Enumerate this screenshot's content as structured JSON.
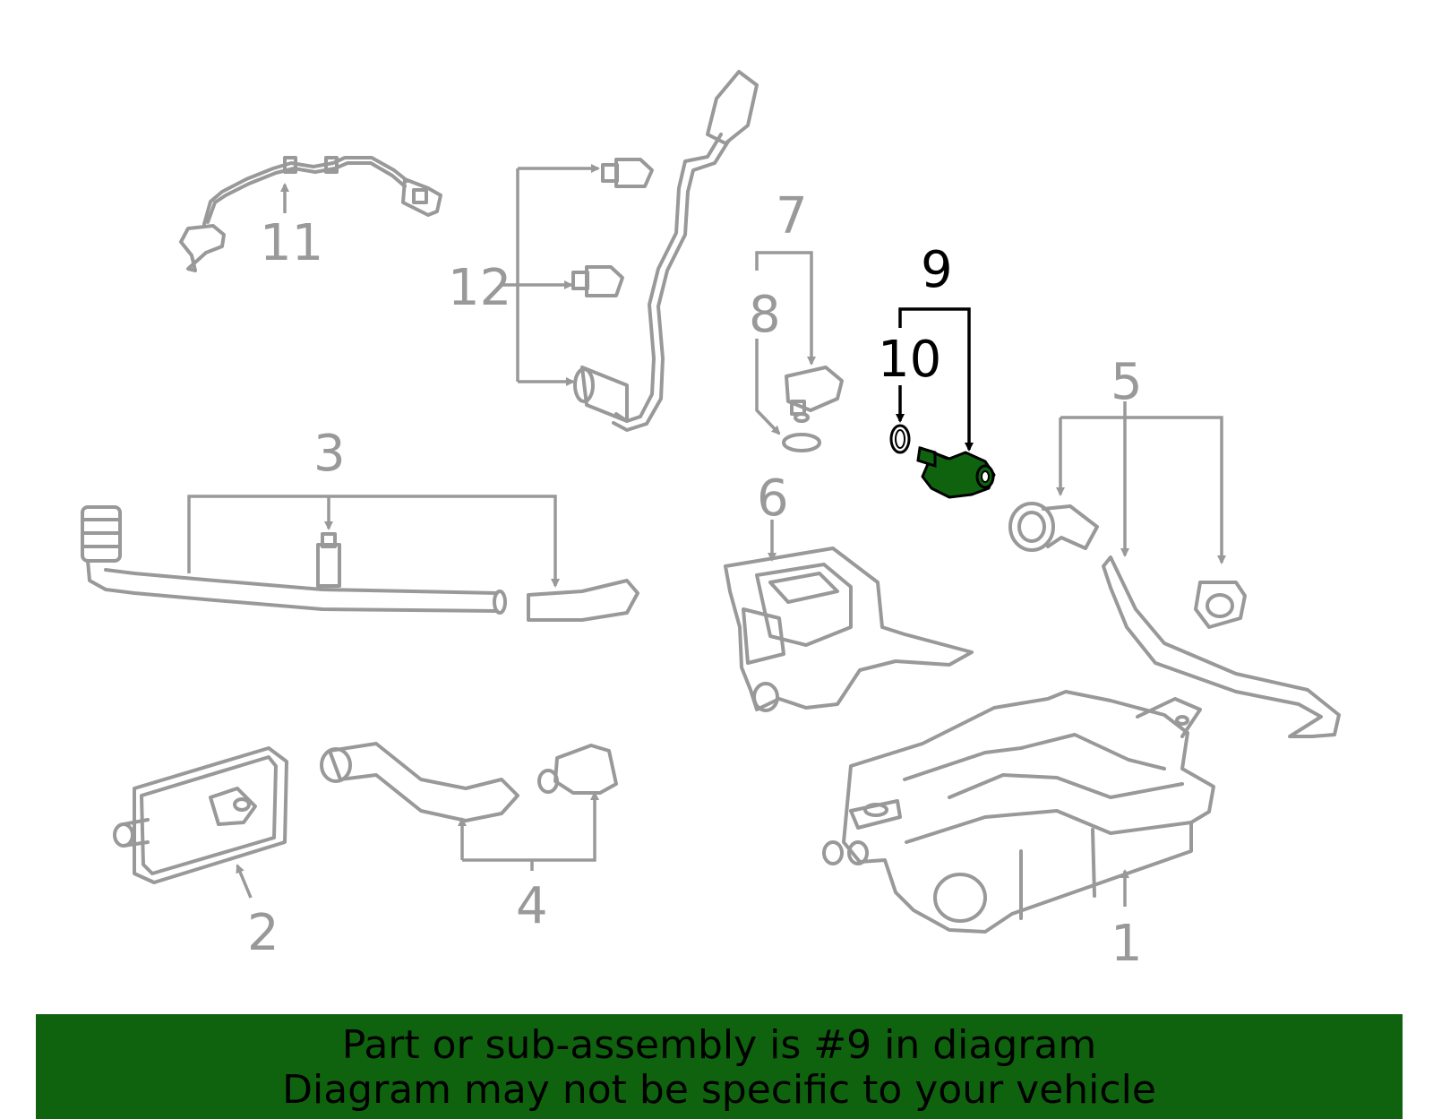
{
  "callouts": {
    "c1": "1",
    "c2": "2",
    "c3": "3",
    "c4": "4",
    "c5": "5",
    "c6": "6",
    "c7": "7",
    "c8": "8",
    "c9": "9",
    "c10": "10",
    "c11": "11",
    "c12": "12"
  },
  "highlight": {
    "part": "9",
    "color": "#10630e",
    "line_color": "#000000"
  },
  "colors": {
    "part_outline": "#999999",
    "banner": "#10630e",
    "banner_text": "#000000"
  },
  "banner": {
    "line1": "Part or sub-assembly is #9 in diagram",
    "line2": "Diagram may not be specific to your vehicle"
  }
}
